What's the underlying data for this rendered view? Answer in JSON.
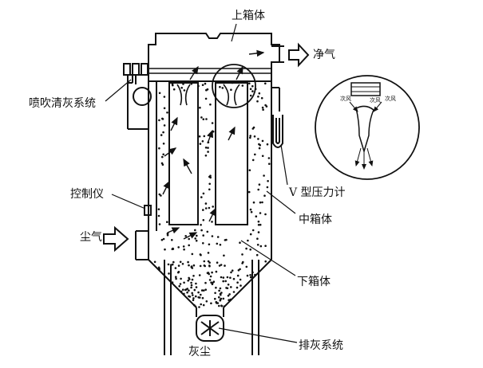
{
  "labels": {
    "upper_box": "上箱体",
    "clean_gas": "净气",
    "pulse_cleaning": "喷吹清灰系统",
    "controller": "控制仪",
    "v_gauge": "V 型压力计",
    "middle_box": "中箱体",
    "dust_gas": "尘气",
    "lower_box": "下箱体",
    "ash_discharge": "排灰系统",
    "dust": "灰尘"
  },
  "inset": {
    "left_label": "次风",
    "center_label": "次风",
    "right_label": "次风"
  },
  "colors": {
    "ink": "#111111",
    "background": "#ffffff"
  }
}
